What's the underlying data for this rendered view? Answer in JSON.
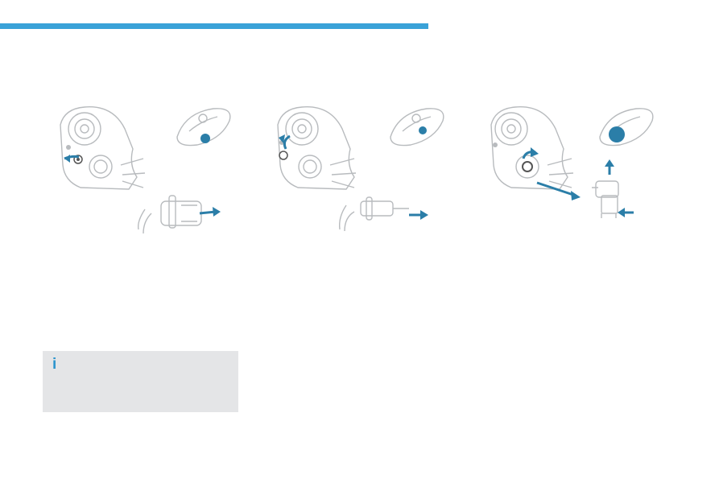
{
  "colors": {
    "header_bar": "#3aa2d8",
    "accent_arrow": "#2b7ea8",
    "info_box_bg": "#e4e5e7",
    "info_icon": "#2d95cd"
  },
  "info_box": {
    "icon": "info-icon",
    "symbol": "i"
  },
  "figures": [
    {
      "icon": "headlamp-bulb-removal-step-1-illustration"
    },
    {
      "icon": "headlamp-bulb-removal-step-2-illustration"
    },
    {
      "icon": "headlamp-bulb-removal-step-3-illustration"
    }
  ]
}
